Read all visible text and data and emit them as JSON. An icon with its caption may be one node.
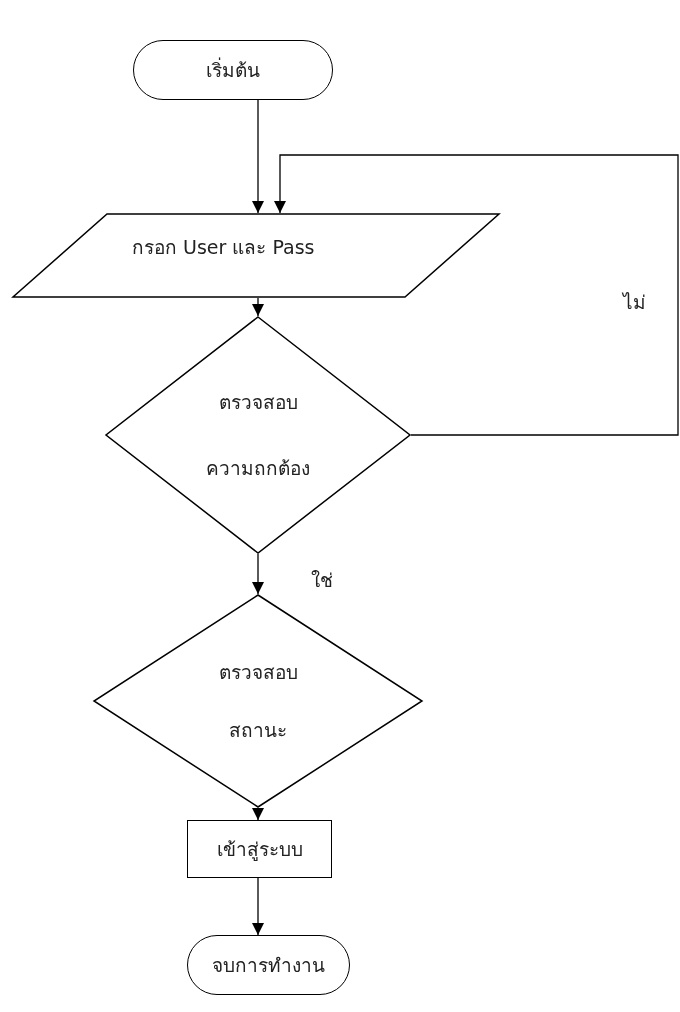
{
  "diagram": {
    "nodes": [
      {
        "text": [
          "เริ่มต้น"
        ]
      },
      {
        "text": [
          "กรอก User และ Pass"
        ]
      },
      {
        "text": [
          "ตรวจสอบ",
          "ความถกต้อง"
        ]
      },
      {
        "text": [
          "ตรวจสอบ",
          "สถานะ"
        ]
      },
      {
        "text": [
          "เข้าสู่ระบบ"
        ]
      },
      {
        "text": [
          "จบการทำงาน"
        ]
      }
    ],
    "edges": [
      {
        "from": 0,
        "to": 1,
        "arrow": "to"
      },
      {
        "from": 1,
        "to": 2,
        "arrow": "to"
      },
      {
        "from": 2,
        "to": 3,
        "arrow": "to",
        "label": "ใช่"
      },
      {
        "from": 3,
        "to": 4,
        "arrow": "to"
      },
      {
        "from": 4,
        "to": 5,
        "arrow": "to"
      },
      {
        "from": 2,
        "to": 1,
        "arrow": "to",
        "label": "ไม่"
      }
    ]
  }
}
